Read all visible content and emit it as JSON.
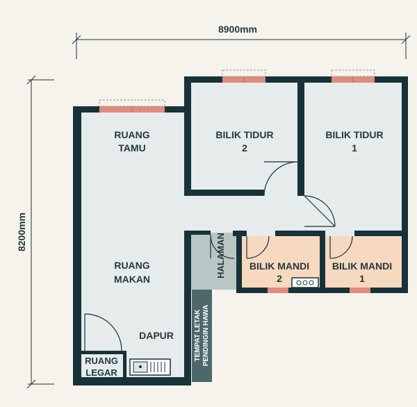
{
  "dimensions": {
    "width_label": "8900mm",
    "height_label": "8200mm"
  },
  "rooms": {
    "ruang_tamu": [
      "RUANG",
      "TAMU"
    ],
    "bilik_tidur_2": [
      "BILIK TIDUR",
      "2"
    ],
    "bilik_tidur_1": [
      "BILIK TIDUR",
      "1"
    ],
    "ruang_makan": [
      "RUANG",
      "MAKAN"
    ],
    "dapur": "DAPUR",
    "ruang_legar": [
      "RUANG",
      "LEGAR"
    ],
    "halaman": "HALAMAN",
    "bilik_mandi_2": [
      "BILIK MANDI",
      "2"
    ],
    "bilik_mandi_1": [
      "BILIK MANDI",
      "1"
    ],
    "aircon": [
      "TEMPAT LETAK",
      "PENDINGIN HAWA"
    ]
  },
  "colors": {
    "wall": "#173238",
    "floor": "#e6ebec",
    "bathroom": "#f7d9bf",
    "halaman": "#b9c6c6",
    "aircon": "#4d686a",
    "window": "#e08a80",
    "background": "#f6f3ec"
  }
}
